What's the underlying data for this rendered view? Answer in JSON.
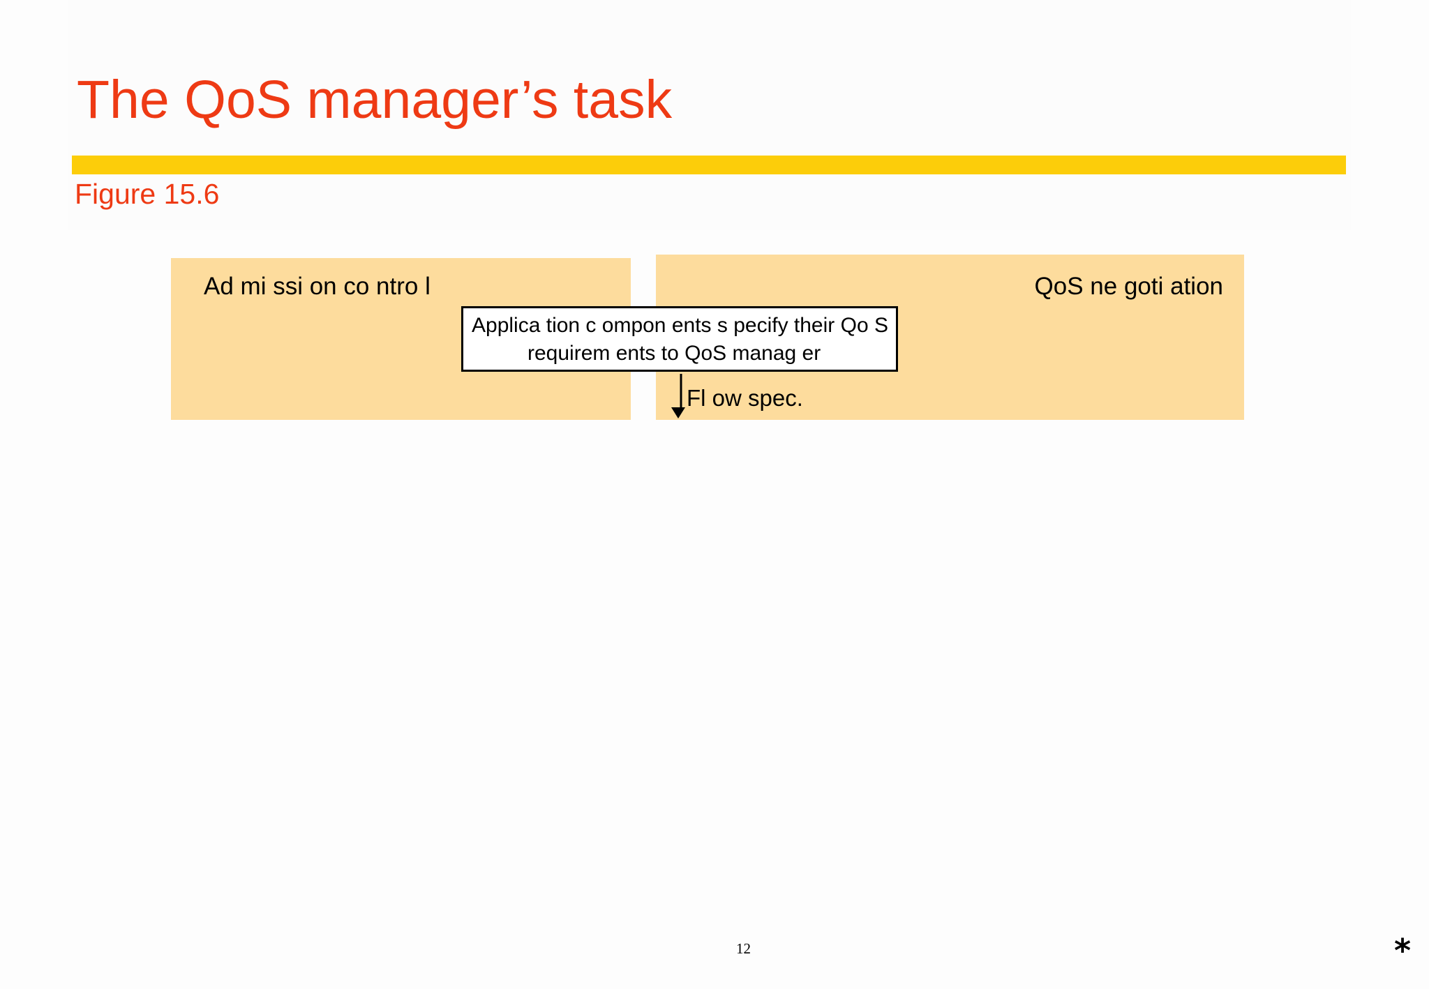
{
  "slide": {
    "title": "The QoS manager’s task",
    "subtitle": "Figure 15.6",
    "page_number": "12",
    "footer_icon": "asterisk-icon"
  },
  "diagram": {
    "panels": {
      "admission_control": "Ad mi ssi on co ntro l",
      "qos_negotiation": "QoS ne goti ation"
    },
    "callout": {
      "line1": "Applica tion c ompon ents s pecify  their Qo S",
      "line2": "requirem ents  to QoS  manag er"
    },
    "flow_label": "Fl ow  spec."
  },
  "colors": {
    "title": "#ee3a14",
    "rule": "#fccd0a",
    "panel_fill": "#fddc9d",
    "callout_border": "#000000"
  }
}
